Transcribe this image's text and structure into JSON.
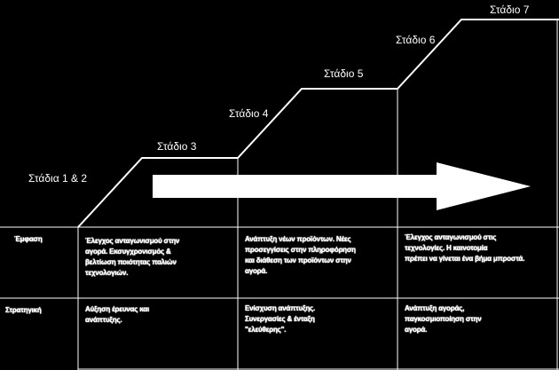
{
  "stages": {
    "s12": "Στάδια 1 & 2",
    "s3": "Στάδιο 3",
    "s4": "Στάδιο 4",
    "s5": "Στάδιο 5",
    "s6": "Στάδιο 6",
    "s7": "Στάδιο 7"
  },
  "rows": [
    {
      "header": "Έμφαση",
      "cells": [
        "Έλεγχος ανταγωνισμού στην\nαγορά. Εκσυγχρονισμός &\nβελτίωση ποιότητας παλιών\nτεχνολογιών.",
        "Ανάπτυξη νέων προϊόντων. Νέες\nπροσεγγίσεις στην πληροφόρηση\nκαι διάθεση των προϊόντων στην\nαγορά.",
        "Έλεγχος ανταγωνισμού στις\nτεχνολογίες. Η καινοτομία\nπρέπει να γίνεται ένα βήμα μπροστά."
      ]
    },
    {
      "header": "Στρατηγική",
      "cells": [
        "Αύξηση έρευνας και\nανάπτυξης.",
        "Ενίσχυση ανάπτυξης.\nΣυνεργασίες & ένταξη\n\"ελεύθερης\".",
        "Ανάπτυξη αγοράς,\nπαγκοσμιοποίηση στην\nαγορά."
      ]
    }
  ]
}
